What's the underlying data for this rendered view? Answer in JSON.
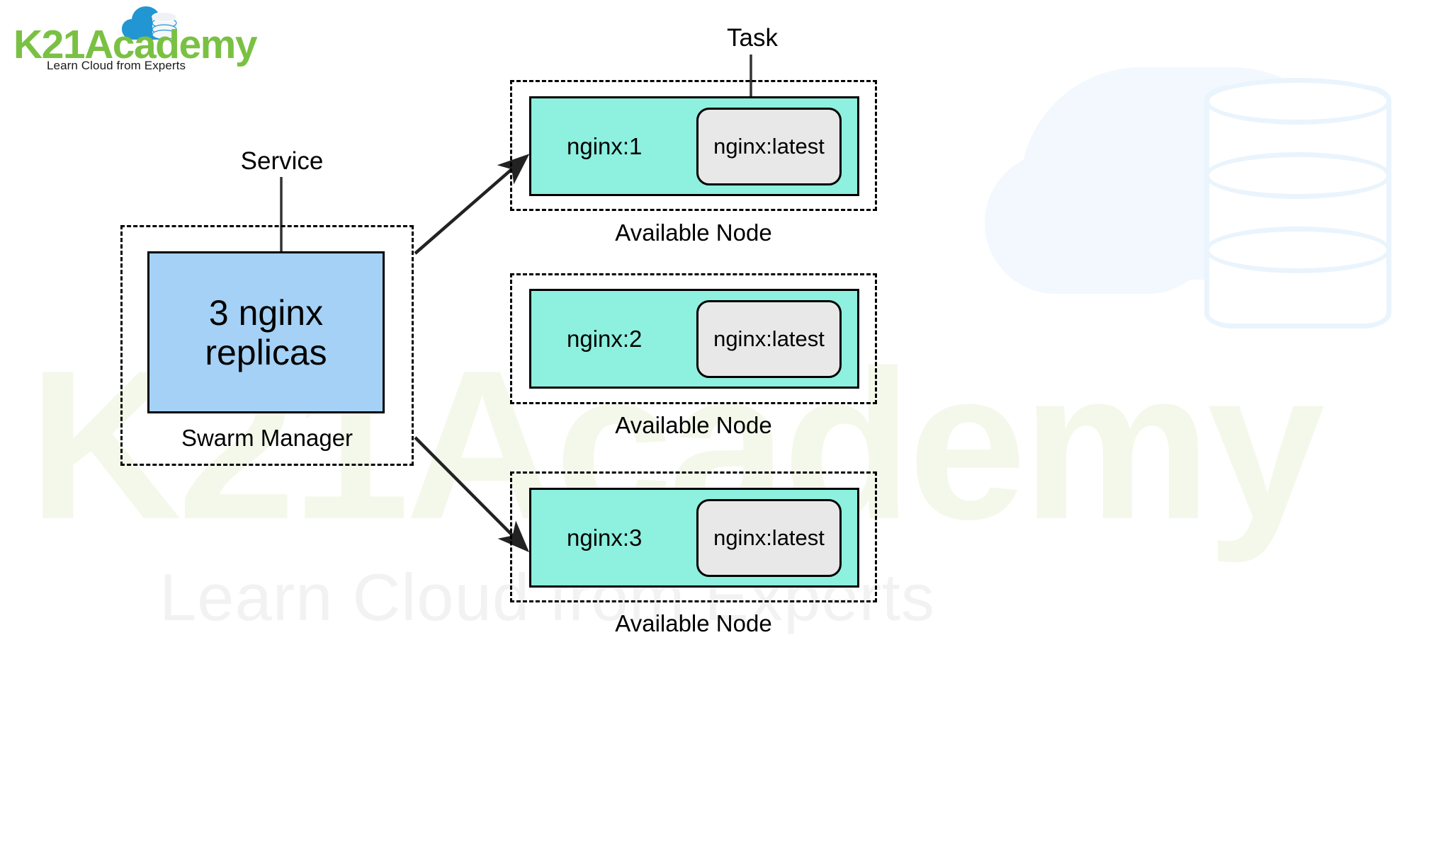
{
  "logo": {
    "word_k21": "K21",
    "word_academy": "Academy",
    "wordmark": "K21Academy",
    "tagline": "Learn Cloud from Experts",
    "icon_cloud": "cloud-icon",
    "icon_database": "database-icon",
    "green": "#7ac143",
    "blue": "#2196d3"
  },
  "watermark": {
    "text": "K21Academy",
    "subtext": "Learn Cloud from Experts"
  },
  "diagram": {
    "title": "",
    "service": {
      "annotation_label": "Service",
      "box_label": "3 nginx\nreplicas",
      "container_caption": "Swarm Manager",
      "fill_color": "#a4d1f5"
    },
    "task_annotation_label": "Task",
    "nodes": [
      {
        "task_label": "nginx:1",
        "image_label": "nginx:latest",
        "caption": "Available Node",
        "fill_color": "#8ef0df",
        "image_fill_color": "#e8e8e8"
      },
      {
        "task_label": "nginx:2",
        "image_label": "nginx:latest",
        "caption": "Available Node",
        "fill_color": "#8ef0df",
        "image_fill_color": "#e8e8e8"
      },
      {
        "task_label": "nginx:3",
        "image_label": "nginx:latest",
        "caption": "Available Node",
        "fill_color": "#8ef0df",
        "image_fill_color": "#e8e8e8"
      }
    ]
  }
}
